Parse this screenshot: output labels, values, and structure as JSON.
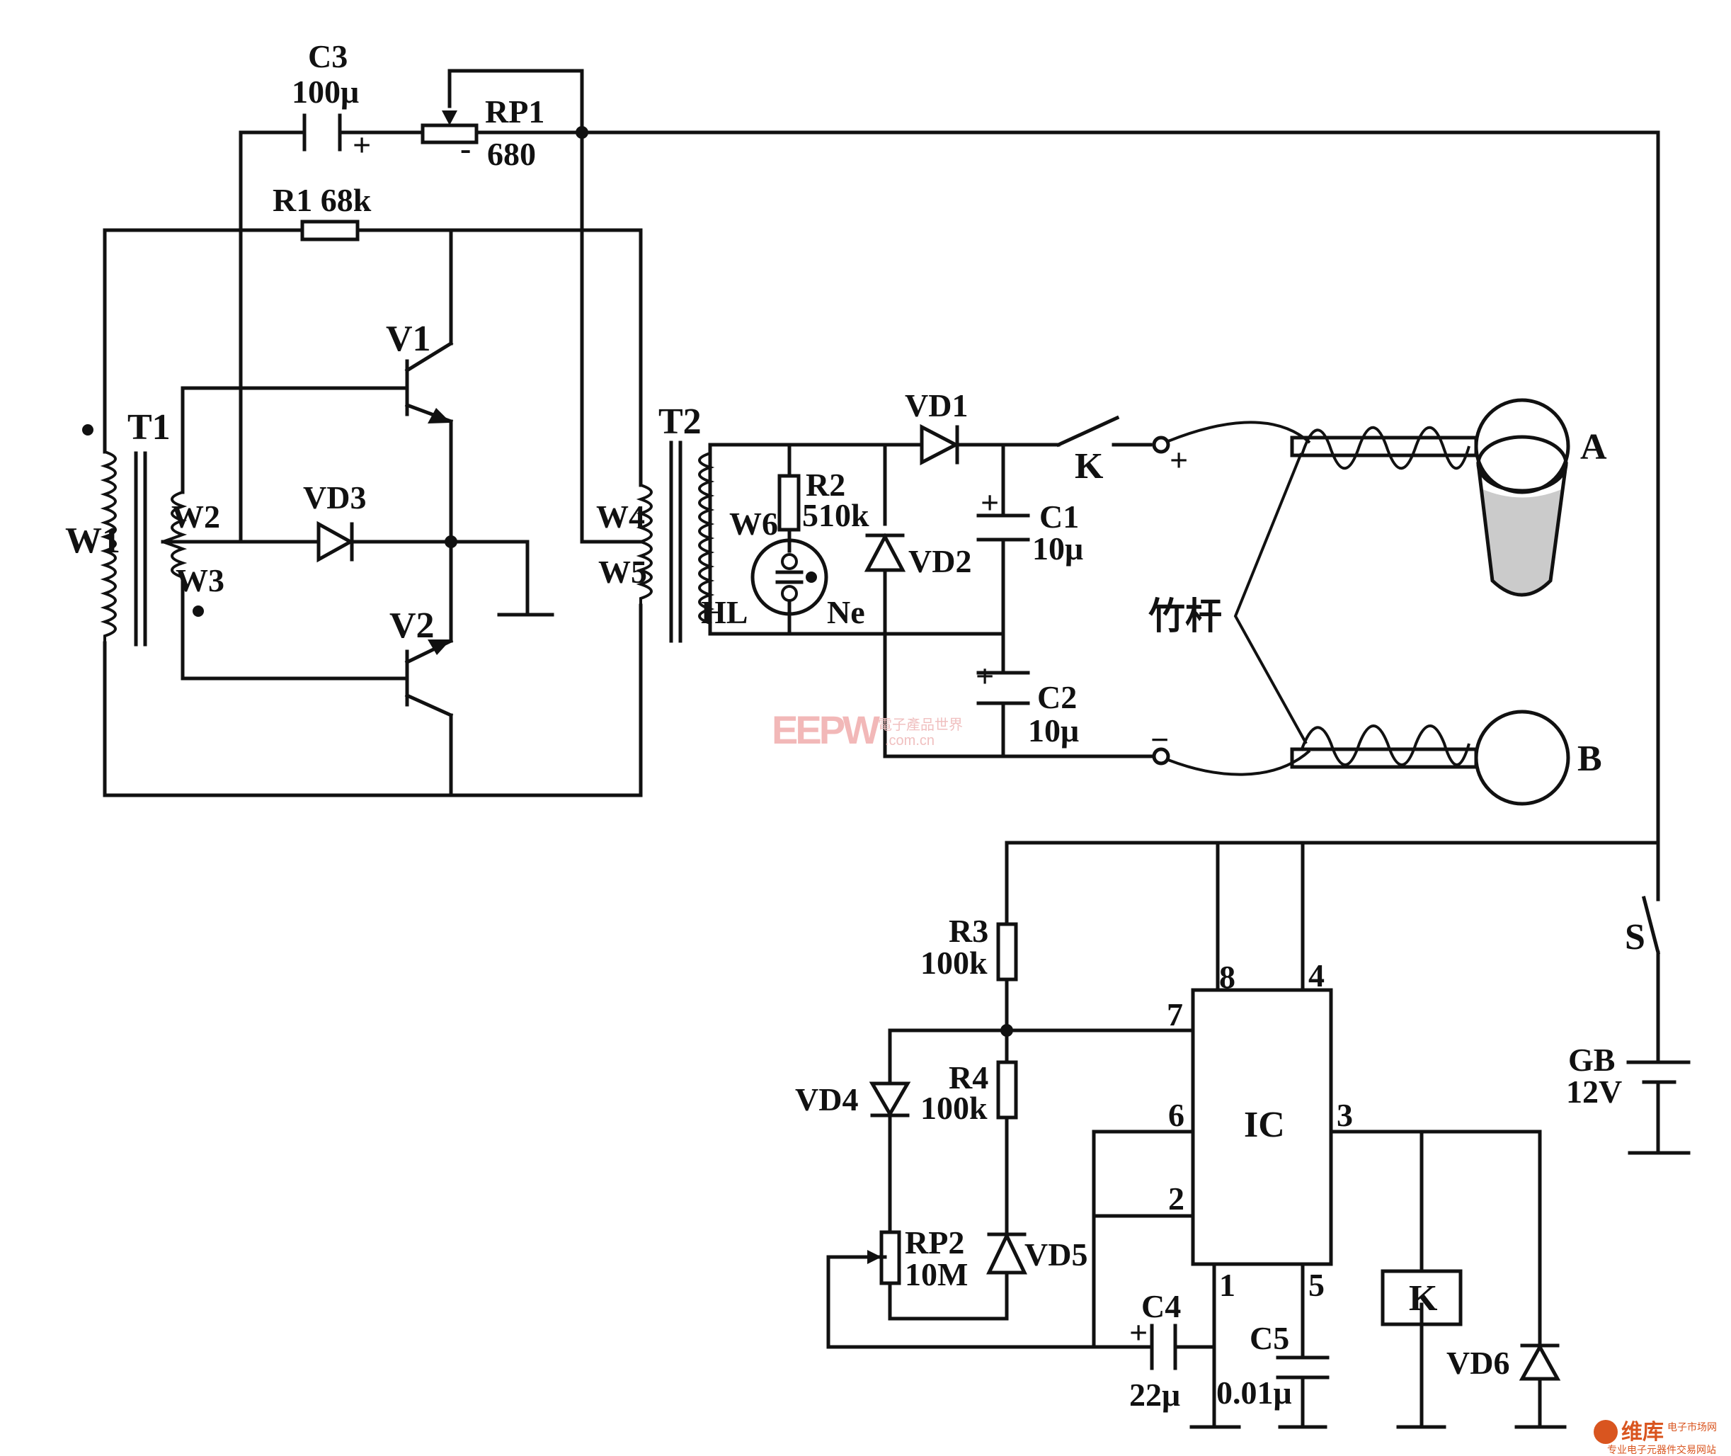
{
  "labels": {
    "c3_name": "C3",
    "c3_value": "100μ",
    "rp1_name": "RP1",
    "rp1_value": "680",
    "r1": "R1  68k",
    "v1": "V1",
    "v2": "V2",
    "t1": "T1",
    "w1": "W1",
    "w2": "W2",
    "w3": "W3",
    "vd3": "VD3",
    "w4": "W4",
    "w5": "W5",
    "t2": "T2",
    "w6": "W6",
    "hl": "HL",
    "r2_name": "R2",
    "r2_value": "510k",
    "ne": "Ne",
    "vd1": "VD1",
    "vd2": "VD2",
    "c1_name": "C1",
    "c1_value": "10μ",
    "c2_name": "C2",
    "c2_value": "10μ",
    "k_switch": "K",
    "plus": "+",
    "minus": "−",
    "bamboo": "竹杆",
    "a": "A",
    "b": "B",
    "r3_name": "R3",
    "r3_value": "100k",
    "r4_name": "R4",
    "r4_value": "100k",
    "vd4": "VD4",
    "vd5": "VD5",
    "rp2_name": "RP2",
    "rp2_value": "10M",
    "ic": "IC",
    "pin8": "8",
    "pin4": "4",
    "pin7": "7",
    "pin6": "6",
    "pin2": "2",
    "pin3": "3",
    "pin1": "1",
    "pin5": "5",
    "c4_name": "C4",
    "c4_value": "22μ",
    "c5_name": "C5",
    "c5_value": "0.01μ",
    "k_relay": "K",
    "vd6": "VD6",
    "s": "S",
    "gb_name": "GB",
    "gb_value": "12V"
  },
  "watermark": {
    "eepw": "EEPW",
    "eepw_cn": "電子產品世界",
    "eepw_url": ".com.cn",
    "brand": "维库",
    "brand_sub": "电子市场网",
    "brand_slogan": "专业电子元器件交易网站"
  },
  "colors": {
    "ink": "#111111",
    "watermark_pink": "#f2b8b8",
    "brand_orange": "#d9551f"
  }
}
